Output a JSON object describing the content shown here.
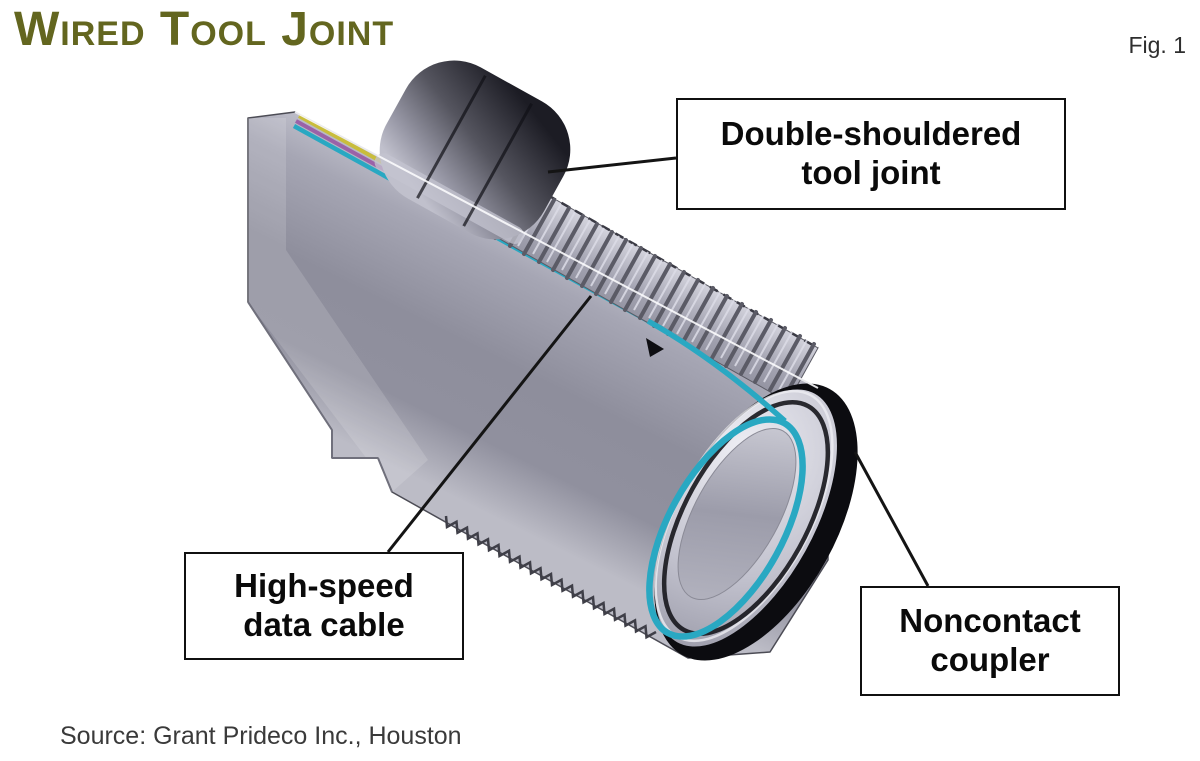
{
  "header": {
    "title": "Wired Tool Joint",
    "figure_label": "Fig. 1"
  },
  "callouts": {
    "tool_joint": {
      "line1": "Double-shouldered",
      "line2": "tool joint"
    },
    "data_cable": {
      "line1": "High-speed",
      "line2": "data cable"
    },
    "coupler": {
      "line1": "Noncontact",
      "line2": "coupler"
    }
  },
  "footer": {
    "source": "Source: Grant Prideco Inc., Houston"
  },
  "colors": {
    "title_olive": "#63661f",
    "cable_cyan": "#29a8c2",
    "cable_yellow": "#c9bd3c",
    "cable_magenta": "#9a62a8",
    "metal_gray": "#9c9cab",
    "coupler_black": "#0c0c10",
    "callout_border": "#101010",
    "callout_background": "#ffffff"
  }
}
